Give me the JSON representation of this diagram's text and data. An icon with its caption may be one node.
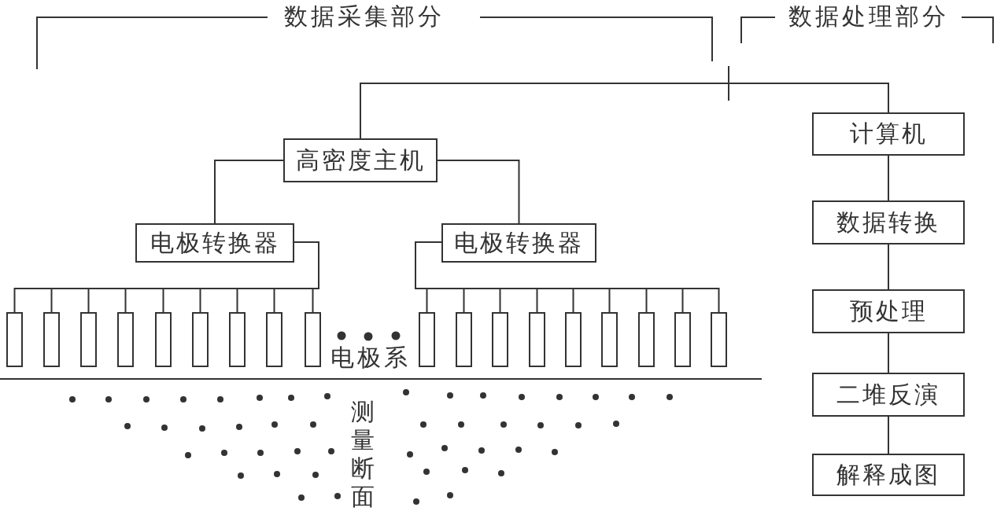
{
  "diagram": {
    "nodes": [
      {
        "text": [
          "高密度主机"
        ]
      },
      {
        "text": [
          "电极转换器"
        ]
      },
      {
        "text": [
          "电极转换器"
        ]
      },
      {
        "text": [
          "计算机"
        ]
      },
      {
        "text": [
          "数据转换"
        ]
      },
      {
        "text": [
          "预处理"
        ]
      },
      {
        "text": [
          "二堆反演"
        ]
      },
      {
        "text": [
          "解释成图"
        ]
      },
      {
        "text": [],
        "shape": "box"
      },
      {
        "text": [],
        "shape": "box"
      },
      {
        "text": [],
        "shape": "box"
      },
      {
        "text": [],
        "shape": "box"
      },
      {
        "text": [],
        "shape": "box"
      },
      {
        "text": [],
        "shape": "box"
      },
      {
        "text": [],
        "shape": "box"
      },
      {
        "text": [],
        "shape": "box"
      },
      {
        "text": [],
        "shape": "box"
      },
      {
        "text": [],
        "shape": "box"
      },
      {
        "text": [],
        "shape": "box"
      },
      {
        "text": [],
        "shape": "box"
      },
      {
        "text": [],
        "shape": "box"
      },
      {
        "text": [],
        "shape": "box"
      },
      {
        "text": [],
        "shape": "box"
      },
      {
        "text": [],
        "shape": "box"
      },
      {
        "text": [],
        "shape": "box"
      },
      {
        "text": [],
        "shape": "box"
      }
    ],
    "edges": [
      {
        "from": 0,
        "to": 3,
        "arrow": "none"
      },
      {
        "from": 0,
        "to": 1,
        "arrow": "none"
      },
      {
        "from": 0,
        "to": 2,
        "arrow": "none"
      },
      {
        "from": 3,
        "to": 4,
        "arrow": "none"
      },
      {
        "from": 4,
        "to": 5,
        "arrow": "none"
      },
      {
        "from": 5,
        "to": 6,
        "arrow": "none"
      },
      {
        "from": 6,
        "to": 7,
        "arrow": "none"
      },
      {
        "from": 1,
        "to": 8,
        "arrow": "none"
      },
      {
        "from": 1,
        "to": 9,
        "arrow": "none"
      },
      {
        "from": 1,
        "to": 10,
        "arrow": "none"
      },
      {
        "from": 1,
        "to": 11,
        "arrow": "none"
      },
      {
        "from": 1,
        "to": 12,
        "arrow": "none"
      },
      {
        "from": 1,
        "to": 13,
        "arrow": "none"
      },
      {
        "from": 1,
        "to": 14,
        "arrow": "none"
      },
      {
        "from": 1,
        "to": 15,
        "arrow": "none"
      },
      {
        "from": 1,
        "to": 16,
        "arrow": "none"
      },
      {
        "from": 2,
        "to": 17,
        "arrow": "none"
      },
      {
        "from": 2,
        "to": 18,
        "arrow": "none"
      },
      {
        "from": 2,
        "to": 19,
        "arrow": "none"
      },
      {
        "from": 2,
        "to": 20,
        "arrow": "none"
      },
      {
        "from": 2,
        "to": 21,
        "arrow": "none"
      },
      {
        "from": 2,
        "to": 22,
        "arrow": "none"
      },
      {
        "from": 2,
        "to": 23,
        "arrow": "none"
      },
      {
        "from": 2,
        "to": 24,
        "arrow": "none"
      },
      {
        "from": 2,
        "to": 25,
        "arrow": "none"
      }
    ],
    "labels": [
      "数据采集部分",
      "数据处理部分",
      "电极系",
      "测量断面"
    ]
  }
}
